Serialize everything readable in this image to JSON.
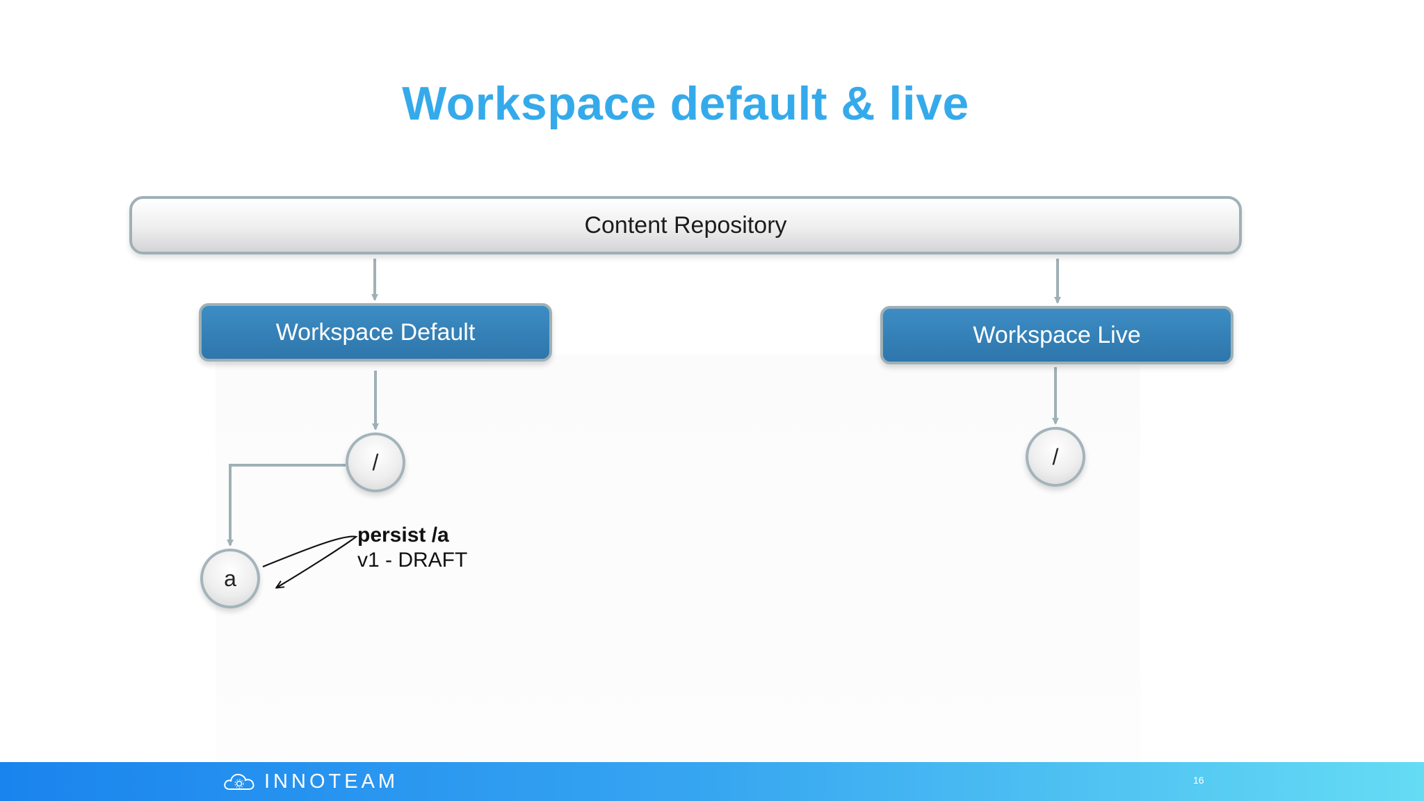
{
  "slide": {
    "title": "Workspace default & live",
    "page_number": "16"
  },
  "diagram": {
    "repository": {
      "label": "Content Repository"
    },
    "workspaces": [
      {
        "label": "Workspace Default"
      },
      {
        "label": "Workspace Live"
      }
    ],
    "nodes": {
      "default_root": "/",
      "live_root": "/",
      "child_a": "a"
    },
    "annotation": {
      "action": "persist /a",
      "version": "v1 - DRAFT"
    }
  },
  "footer": {
    "brand": "INNOTEAM",
    "brand_icon": "cloud-gear-icon"
  },
  "colors": {
    "title": "#35aaeb",
    "workspace_fill": "#2e76ab",
    "connector": "#9fb0b6",
    "footer_start": "#1a84ee",
    "footer_end": "#65dcf4"
  }
}
